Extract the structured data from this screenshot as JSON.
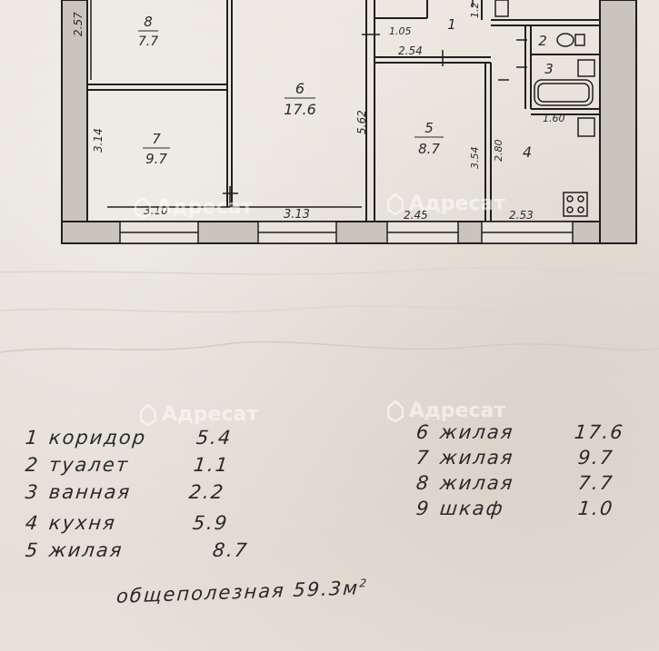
{
  "plan": {
    "rooms": [
      {
        "number": "8",
        "area": "7.7"
      },
      {
        "number": "7",
        "area": "9.7"
      },
      {
        "number": "6",
        "area": "17.6"
      },
      {
        "number": "5",
        "area": "8.7"
      },
      {
        "number": "4",
        "area": ""
      },
      {
        "number": "1",
        "area": ""
      },
      {
        "number": "2",
        "area": ""
      },
      {
        "number": "3",
        "area": ""
      }
    ],
    "dimensions": {
      "d1": "2.57",
      "d2": "3.14",
      "d3": "3.10",
      "d4": "3.13",
      "d5": "5.62",
      "d6": "1.05",
      "d7": "2.54",
      "d8": "3.54",
      "d9": "2.80",
      "d10": "2.45",
      "d11": "2.53",
      "d12": "1.60",
      "d13": "1.2"
    }
  },
  "legend": [
    {
      "number": "1",
      "name": "коридор",
      "area": "5.4"
    },
    {
      "number": "2",
      "name": "туалет",
      "area": "1.1"
    },
    {
      "number": "3",
      "name": "ванная",
      "area": "2.2"
    },
    {
      "number": "4",
      "name": "кухня",
      "area": "5.9"
    },
    {
      "number": "5",
      "name": "жилая",
      "area": "8.7"
    },
    {
      "number": "6",
      "name": "жилая",
      "area": "17.6"
    },
    {
      "number": "7",
      "name": "жилая",
      "area": "9.7"
    },
    {
      "number": "8",
      "name": "жилая",
      "area": "7.7"
    },
    {
      "number": "9",
      "name": "шкаф",
      "area": "1.0"
    }
  ],
  "total": {
    "label": "общеполезная",
    "value": "59.3",
    "unit": "м",
    "unit_power": "2"
  },
  "watermark": {
    "text": "Адресат"
  }
}
